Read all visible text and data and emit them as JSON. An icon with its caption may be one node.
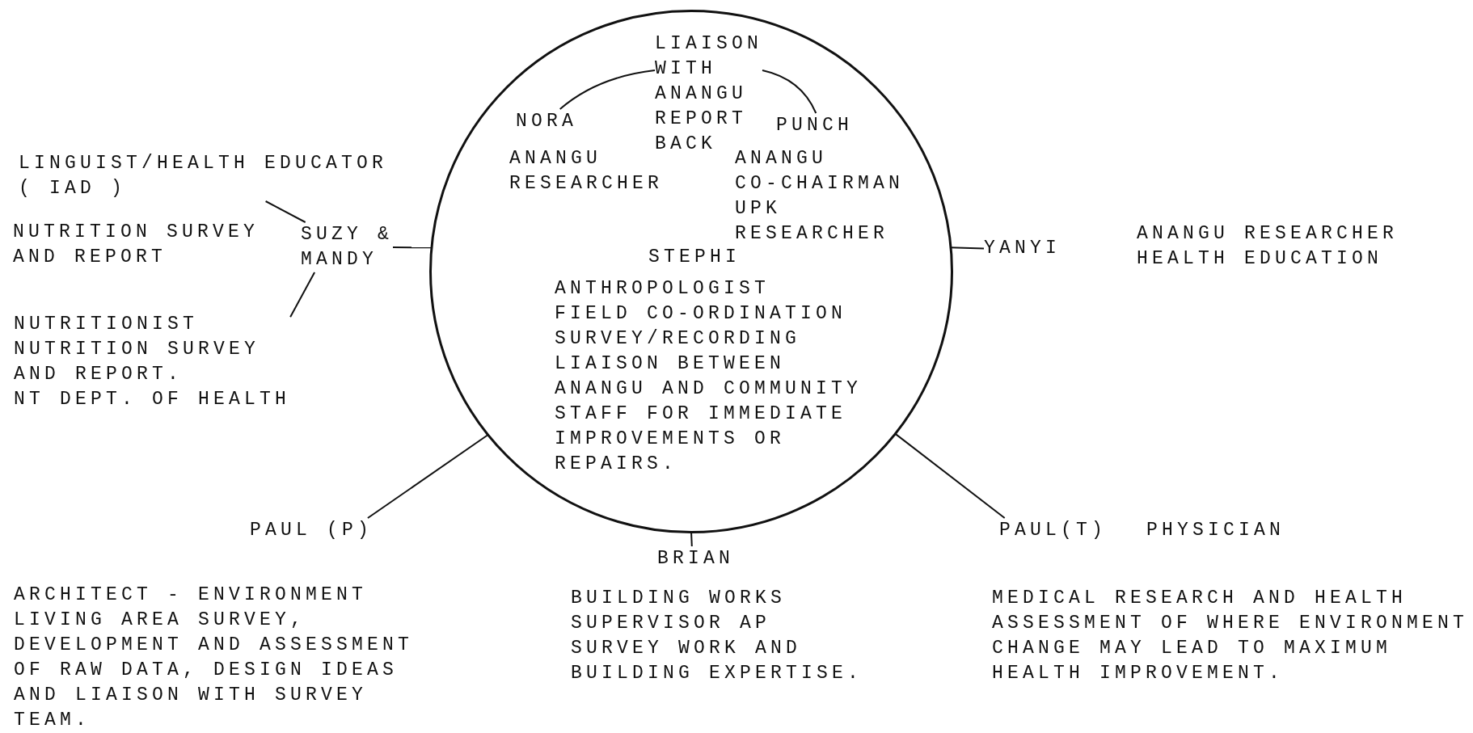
{
  "diagram": {
    "nodes": [
      {
        "text": [
          "STEPHI",
          "ANTHROPOLOGIST FIELD CO-ORDINATION SURVEY/RECORDING LIAISON BETWEEN ANANGU AND COMMUNITY STAFF FOR IMMEDIATE IMPROVEMENTS OR REPAIRS."
        ]
      },
      {
        "text": [
          "LIAISON WITH ANANGU REPORT BACK"
        ],
        "in": 0
      },
      {
        "text": [
          "NORA",
          "ANANGU RESEARCHER"
        ],
        "in": 0
      },
      {
        "text": [
          "PUNCH",
          "ANANGU CO-CHAIRMAN UPK RESEARCHER"
        ],
        "in": 0
      },
      {
        "text": [
          "LINGUIST/HEALTH EDUCATOR ( IAD )"
        ]
      },
      {
        "text": [
          "SUZY & MANDY"
        ]
      },
      {
        "text": [
          "NUTRITIONIST NUTRITION SURVEY AND REPORT.",
          "NT DEPT. OF HEALTH"
        ]
      },
      {
        "text": [
          "YANYI"
        ]
      },
      {
        "text": [
          "PAUL (P)"
        ],
        "beside": [
          "ARCHITECT - ENVIRONMENT LIVING AREA SURVEY, DEVELOPMENT AND ASSESSMENT OF RAW DATA, DESIGN IDEAS AND LIAISON WITH SURVEY TEAM."
        ]
      },
      {
        "text": [
          "BRIAN"
        ],
        "beside": [
          "BUILDING WORKS SUPERVISOR AP SURVEY WORK AND BUILDING EXPERTISE."
        ]
      },
      {
        "text": [
          "PAUL(T)"
        ],
        "beside": [
          "PHYSICIAN",
          "MEDICAL RESEARCH AND HEALTH ASSESSMENT OF WHERE ENVIRONMENT CHANGE MAY LEAD TO MAXIMUM HEALTH IMPROVEMENT."
        ]
      }
    ],
    "edges": [
      {
        "from": 1,
        "to": 2,
        "arrow": "none"
      },
      {
        "from": 1,
        "to": 3,
        "arrow": "none"
      },
      {
        "from": 4,
        "to": 5,
        "arrow": "none"
      },
      {
        "from": 5,
        "to": 0,
        "arrow": "none"
      },
      {
        "from": 5,
        "to": 6,
        "arrow": "none"
      },
      {
        "from": 0,
        "to": 7,
        "arrow": "none"
      },
      {
        "from": 0,
        "to": 8,
        "arrow": "none"
      },
      {
        "from": 0,
        "to": 9,
        "arrow": "none"
      },
      {
        "from": 10,
        "to": 0,
        "arrow": "none"
      }
    ],
    "labels": [
      "NUTRITION SURVEY AND REPORT",
      "ANANGU RESEARCHER HEALTH EDUCATION"
    ]
  }
}
